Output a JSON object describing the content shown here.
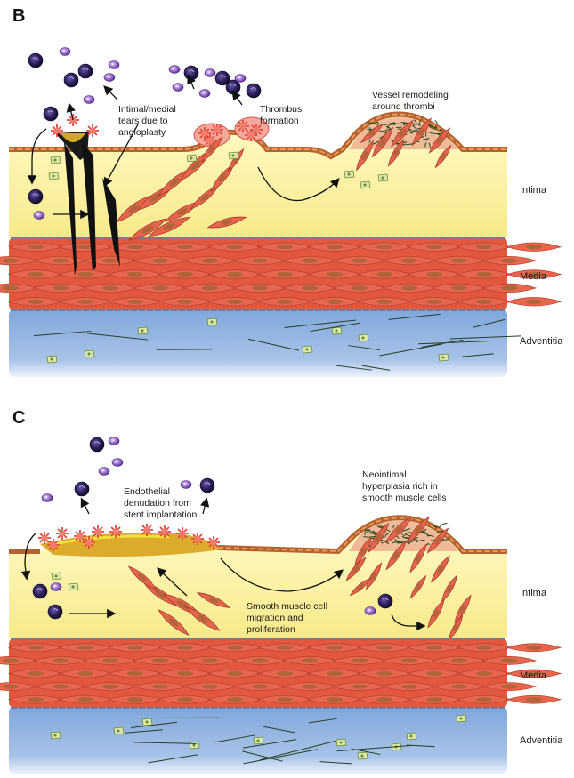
{
  "panels": {
    "b": {
      "letter": "B",
      "annotations": {
        "tears_1": "Intimal/medial",
        "tears_2": "tears due to",
        "tears_3": "angioplasty",
        "thrombus_1": "Thrombus",
        "thrombus_2": "formation",
        "remodel_1": "Vessel remodeling",
        "remodel_2": "around thrombi"
      },
      "layers": {
        "intima": "Intima",
        "media": "Media",
        "adventitia": "Adventitia"
      }
    },
    "c": {
      "letter": "C",
      "annotations": {
        "denude_1": "Endothelial",
        "denude_2": "denudation from",
        "denude_3": "stent implantation",
        "smc_1": "Smooth muscle cell",
        "smc_2": "migration and",
        "smc_3": "proliferation",
        "neo_1": "Neointimal",
        "neo_2": "hyperplasia rich in",
        "neo_3": "smooth muscle cells"
      },
      "layers": {
        "intima": "Intima",
        "media": "Media",
        "adventitia": "Adventitia"
      }
    }
  },
  "colors": {
    "intima": "#fbf3a3",
    "media": "#e8604b",
    "adventitia": "#8fb3e0",
    "endothelium": "#b5622e",
    "cell_dark": "#2a1a4d",
    "cell_purple": "#7a4bb0",
    "smc": "#e5654f"
  }
}
